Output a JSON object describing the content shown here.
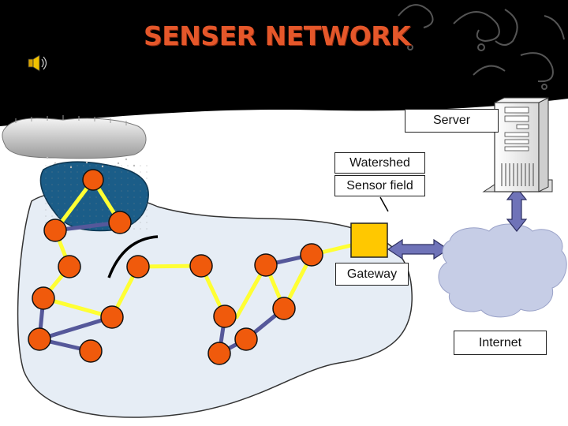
{
  "slide": {
    "title": "SENSER NETWORK"
  },
  "labels": {
    "server": "Server",
    "watershed": "Watershed",
    "sensor_field": "Sensor field",
    "gateway": "Gateway",
    "internet": "Internet"
  },
  "colors": {
    "background": "#000000",
    "title": "#e5572a",
    "sensor_node": "#f05a0c",
    "node_outline": "#111111",
    "link_main": "#ffff33",
    "link_secondary": "#55589a",
    "watershed": "#1a5f8a",
    "field": "#e4ecf5",
    "gateway": "#ffc800",
    "cloud": "#c6cde6",
    "arrow": "#6f73b8"
  },
  "icons": {
    "speaker": "speaker-icon",
    "server": "server-tower-icon",
    "cloud": "rain-cloud-icon",
    "internet": "internet-cloud-icon"
  }
}
